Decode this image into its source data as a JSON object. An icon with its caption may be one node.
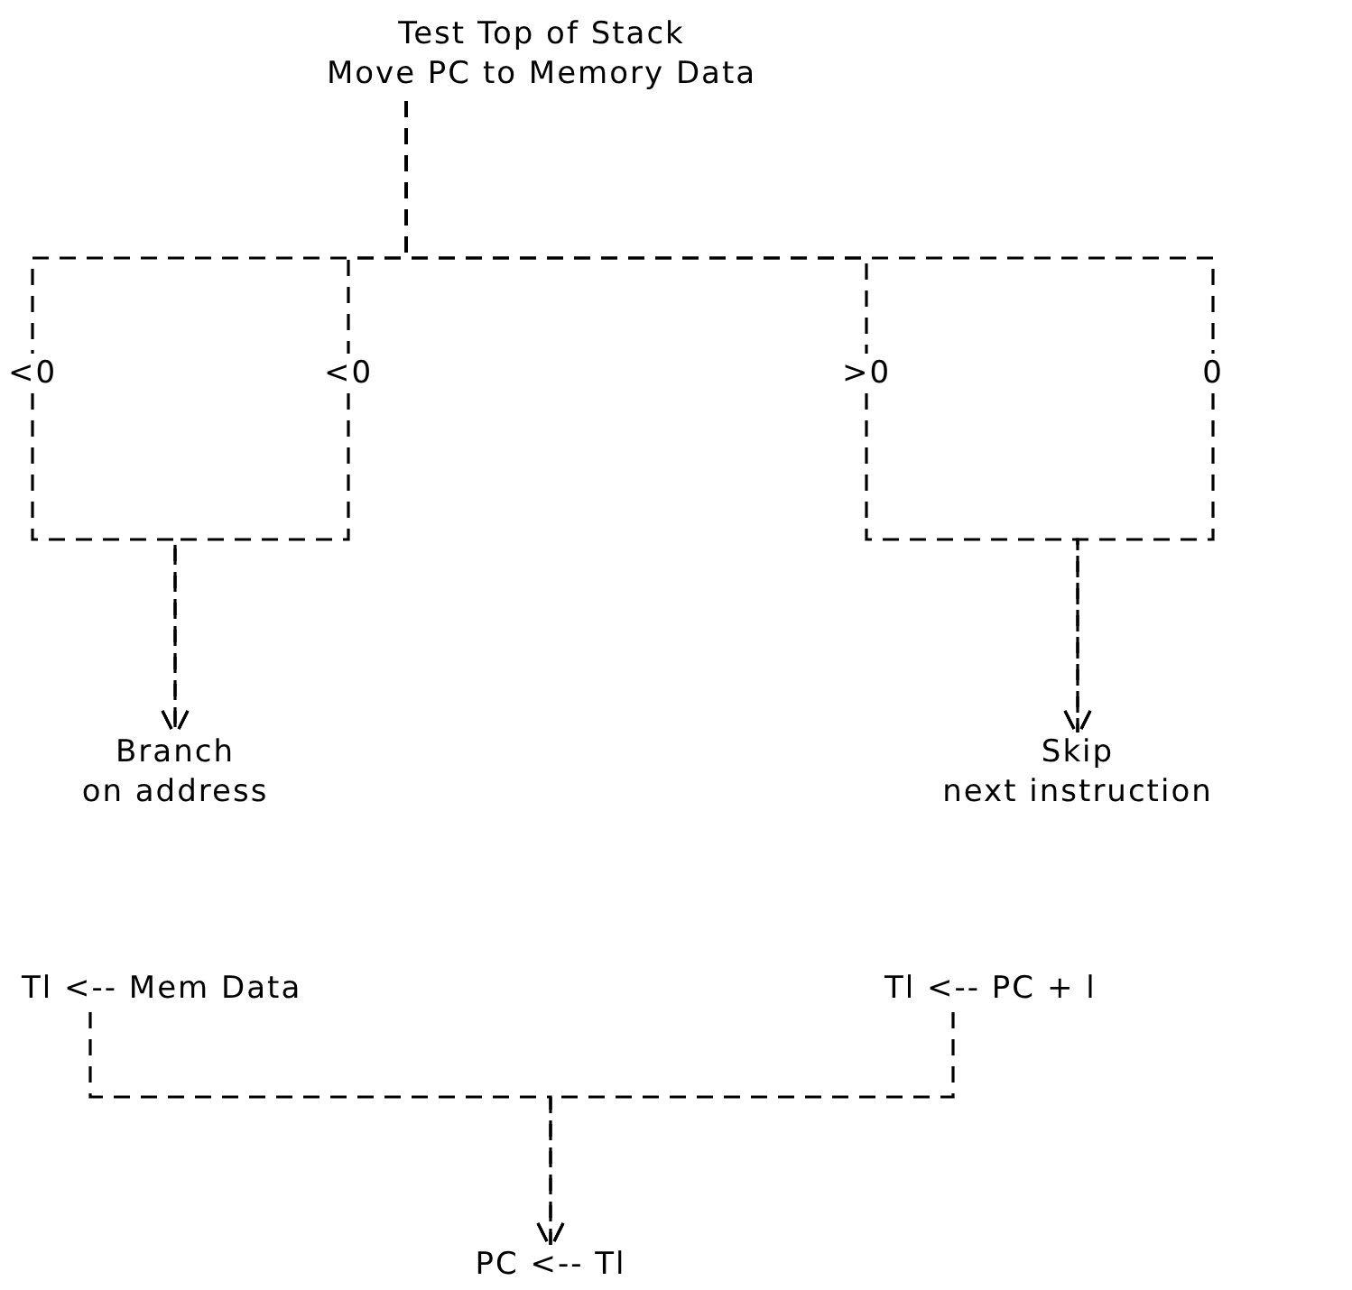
{
  "diagram": {
    "nodes": [
      {
        "text": [
          "Test Top of Stack",
          "Move PC to Memory Data"
        ]
      },
      {
        "text": [
          "<0"
        ]
      },
      {
        "text": [
          "<0"
        ]
      },
      {
        "text": [
          ">0"
        ]
      },
      {
        "text": [
          "0"
        ]
      },
      {
        "text": [
          "Branch",
          "on address"
        ]
      },
      {
        "text": [
          "Skip",
          "next instruction"
        ]
      },
      {
        "text": [
          "Tl <-- Mem Data"
        ]
      },
      {
        "text": [
          "Tl <-- PC + l"
        ]
      },
      {
        "text": [
          "PC <-- Tl"
        ]
      }
    ],
    "edges": [
      {
        "from": 0,
        "to": 1,
        "arrow": "none",
        "style": "dashed"
      },
      {
        "from": 0,
        "to": 2,
        "arrow": "none",
        "style": "dashed"
      },
      {
        "from": 0,
        "to": 3,
        "arrow": "none",
        "style": "dashed"
      },
      {
        "from": 0,
        "to": 4,
        "arrow": "none",
        "style": "dashed"
      },
      {
        "from": 1,
        "to": 5,
        "arrow": "to",
        "style": "dashed"
      },
      {
        "from": 2,
        "to": 5,
        "arrow": "to",
        "style": "dashed"
      },
      {
        "from": 3,
        "to": 6,
        "arrow": "to",
        "style": "dashed"
      },
      {
        "from": 4,
        "to": 6,
        "arrow": "to",
        "style": "dashed"
      },
      {
        "from": 7,
        "to": 9,
        "arrow": "to",
        "style": "dashed"
      },
      {
        "from": 8,
        "to": 9,
        "arrow": "to",
        "style": "dashed"
      }
    ]
  }
}
